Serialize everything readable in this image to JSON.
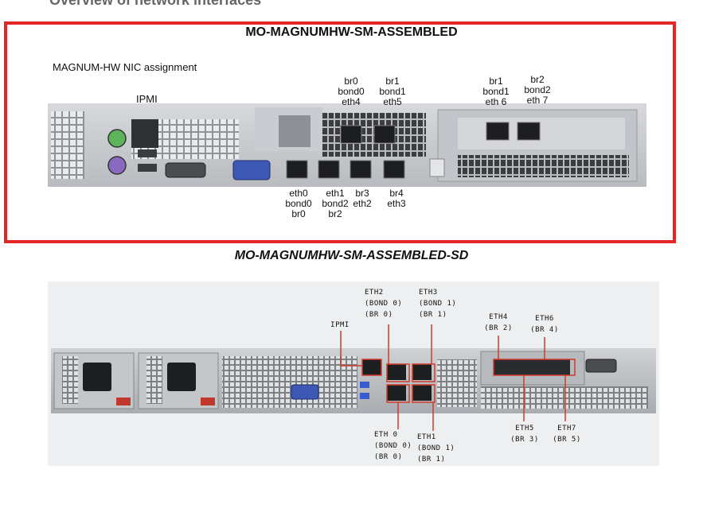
{
  "top_heading_partial": "Overview of network interfaces",
  "section1": {
    "title": "MO-MAGNUMHW-SM-ASSEMBLED",
    "subtitle": "MAGNUM-HW NIC assignment",
    "ipmi": "IPMI",
    "ports_top": [
      {
        "lines": [
          "br0",
          "bond0",
          "eth4"
        ]
      },
      {
        "lines": [
          "br1",
          "bond1",
          "eth5"
        ]
      },
      {
        "lines": [
          "br1",
          "bond1",
          "eth 6"
        ]
      },
      {
        "lines": [
          "br2",
          "bond2",
          "eth 7"
        ]
      }
    ],
    "ports_bottom": [
      {
        "lines": [
          "eth0",
          "bond0",
          "br0"
        ]
      },
      {
        "lines": [
          "eth1",
          "bond2",
          "br2"
        ]
      },
      {
        "lines": [
          "br3",
          "eth2"
        ]
      },
      {
        "lines": [
          "br4",
          "eth3"
        ]
      }
    ]
  },
  "section2": {
    "title": "MO-MAGNUMHW-SM-ASSEMBLED-SD",
    "ipmi": "IPMI",
    "labels_top": [
      {
        "lines": [
          "ETH2",
          "(BOND 0)",
          "(BR 0)"
        ]
      },
      {
        "lines": [
          "ETH3",
          "(BOND 1)",
          "(BR 1)"
        ]
      },
      {
        "lines": [
          "ETH4",
          "(BR 2)"
        ]
      },
      {
        "lines": [
          "ETH6",
          "(BR 4)"
        ]
      }
    ],
    "labels_bottom": [
      {
        "lines": [
          "ETH 0",
          "(BOND 0)",
          "(BR 0)"
        ]
      },
      {
        "lines": [
          "ETH1",
          "(BOND 1)",
          "(BR 1)"
        ]
      },
      {
        "lines": [
          "ETH5",
          "(BR 3)"
        ]
      },
      {
        "lines": [
          "ETH7",
          "(BR 5)"
        ]
      }
    ]
  }
}
